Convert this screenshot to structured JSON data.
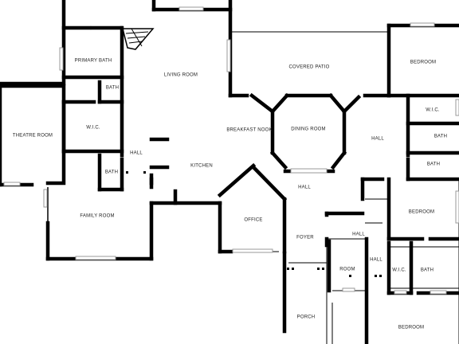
{
  "floor_plan": {
    "rooms": [
      {
        "id": "primary-bath",
        "label": "PRIMARY BATH"
      },
      {
        "id": "living-room",
        "label": "LIVING ROOM"
      },
      {
        "id": "covered-patio",
        "label": "COVERED PATIO"
      },
      {
        "id": "bedroom-ne",
        "label": "BEDROOM"
      },
      {
        "id": "bath-upper",
        "label": "BATH"
      },
      {
        "id": "wic-left",
        "label": "W.I.C."
      },
      {
        "id": "theatre-room",
        "label": "THEATRE ROOM"
      },
      {
        "id": "breakfast-nook",
        "label": "BREAKFAST NOOK"
      },
      {
        "id": "dining-room",
        "label": "DINING ROOM"
      },
      {
        "id": "hall-east",
        "label": "HALL"
      },
      {
        "id": "wic-ne",
        "label": "W.I.C."
      },
      {
        "id": "bath-ne-1",
        "label": "BATH"
      },
      {
        "id": "bath-ne-2",
        "label": "BATH"
      },
      {
        "id": "hall-west",
        "label": "HALL"
      },
      {
        "id": "bath-west",
        "label": "BATH"
      },
      {
        "id": "kitchen",
        "label": "KITCHEN"
      },
      {
        "id": "hall-center",
        "label": "HALL"
      },
      {
        "id": "family-room",
        "label": "FAMILY ROOM"
      },
      {
        "id": "office",
        "label": "OFFICE"
      },
      {
        "id": "bedroom-east",
        "label": "BEDROOM"
      },
      {
        "id": "foyer",
        "label": "FOYER"
      },
      {
        "id": "hall-se",
        "label": "HALL"
      },
      {
        "id": "room-small",
        "label": "ROOM"
      },
      {
        "id": "hall-south",
        "label": "HALL"
      },
      {
        "id": "wic-se",
        "label": "W.I.C."
      },
      {
        "id": "bath-se",
        "label": "BATH"
      },
      {
        "id": "porch",
        "label": "PORCH"
      },
      {
        "id": "bedroom-se",
        "label": "BEDROOM"
      }
    ]
  }
}
